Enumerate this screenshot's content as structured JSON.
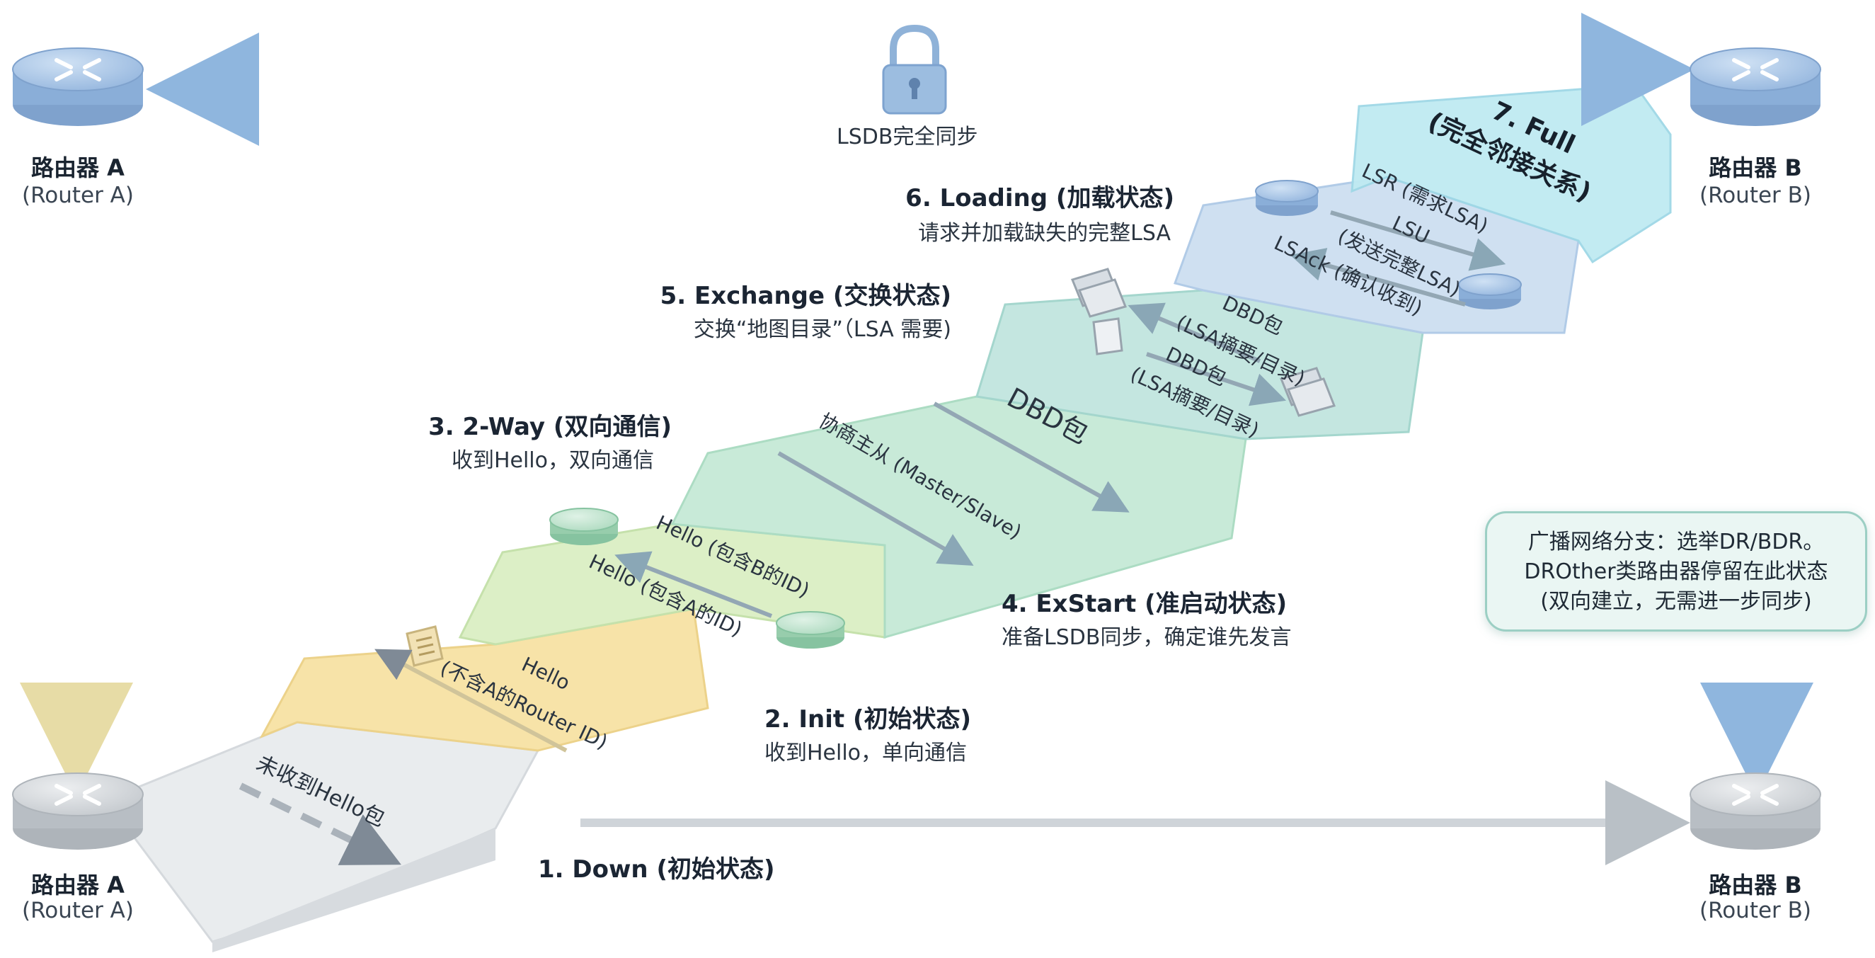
{
  "routers": {
    "top_left": {
      "title": "路由器 A",
      "subtitle": "(Router A)"
    },
    "top_right": {
      "title": "路由器 B",
      "subtitle": "(Router B)"
    },
    "bottom_left": {
      "title": "路由器 A",
      "subtitle": "(Router A)"
    },
    "bottom_right": {
      "title": "路由器 B",
      "subtitle": "(Router B)"
    }
  },
  "sync_label": "LSDB完全同步",
  "states": {
    "down": {
      "title": "1. Down (初始状态)"
    },
    "init": {
      "title": "2. Init (初始状态)",
      "desc": "收到Hello，单向通信"
    },
    "two_way": {
      "title": "3. 2-Way (双向通信)",
      "desc": "收到Hello，双向通信"
    },
    "exstart": {
      "title": "4. ExStart (准启动状态)",
      "desc": "准备LSDB同步，确定谁先发言"
    },
    "exchange": {
      "title": "5. Exchange (交换状态)",
      "desc": "交换“地图目录”（LSA 需要)"
    },
    "loading": {
      "title": "6. Loading (加载状态)",
      "desc": "请求并加载缺失的完整LSA"
    },
    "full": {
      "title_line1": "7. Full",
      "title_line2": "(完全邻接关系)"
    }
  },
  "messages": {
    "down_msg": "未收到Hello包",
    "init_msg_line1": "Hello",
    "init_msg_line2": "(不含A的Router ID)",
    "two_way_msg1": "Hello (包含B的ID)",
    "two_way_msg2": "Hello (包含A的ID)",
    "exstart_msg1": "协商主从 (Master/Slave)",
    "exstart_msg2": "DBD包",
    "exchange_msg1_line1": "DBD包",
    "exchange_msg1_line2": "(LSA摘要/目录)",
    "exchange_msg2_line1": "DBD包",
    "exchange_msg2_line2": "(LSA摘要/目录)",
    "loading_lsr": "LSR (需求LSA)",
    "loading_lsu_line1": "LSU",
    "loading_lsu_line2": "(发送完整LSA)",
    "loading_lsack": "LSAck (确认收到)"
  },
  "broadcast_note": {
    "line1": "广播网络分支：选举DR/BDR。",
    "line2": "DROther类路由器停留在此状态",
    "line3": "(双向建立，无需进一步同步)"
  },
  "colors": {
    "down_step": "#e9ecee",
    "init_step": "#f7e3a8",
    "two_way_step": "#dcefc6",
    "exstart_step": "#c8ead8",
    "exchange_step": "#c4e6e0",
    "loading_step": "#cfe0f1",
    "full_step": "#bfeaf2",
    "router_blue": "#8fb2dc",
    "router_green": "#a9d8bc",
    "router_gray": "#c7cbd0",
    "arrow_blue": "#8fb6de"
  }
}
